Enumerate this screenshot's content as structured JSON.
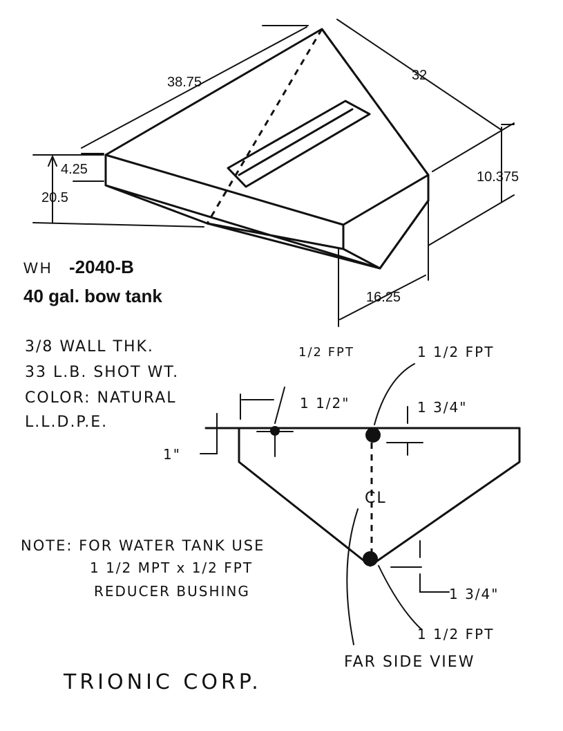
{
  "isometric_view": {
    "dimensions": {
      "length": "38.75",
      "width": "32",
      "top_thickness": "4.25",
      "overall_height": "20.5",
      "side_height": "10.375",
      "bottom_width": "16.25"
    }
  },
  "model": {
    "prefix": "WH",
    "number": "-2040-B",
    "description": "40 gal. bow tank"
  },
  "specs": {
    "wall": "3/8 WALL THK.",
    "shot_weight": "33 L.B. SHOT WT.",
    "color": "COLOR: NATURAL",
    "material": "L.L.D.P.E."
  },
  "side_view": {
    "fitting_small_top": "1/2 FPT",
    "fitting_large_top": "1 1/2 FPT",
    "offset_edge": "1 1/2\"",
    "offset_top_right": "1 3/4\"",
    "offset_left": "1\"",
    "centerline": "CL",
    "offset_bottom": "1 3/4\"",
    "fitting_bottom": "1 1/2 FPT",
    "caption": "FAR SIDE VIEW"
  },
  "note": {
    "line1": "NOTE: FOR WATER TANK USE",
    "line2": "1 1/2 MPT x 1/2 FPT",
    "line3": "REDUCER BUSHING"
  },
  "company": "TRIONIC CORP."
}
